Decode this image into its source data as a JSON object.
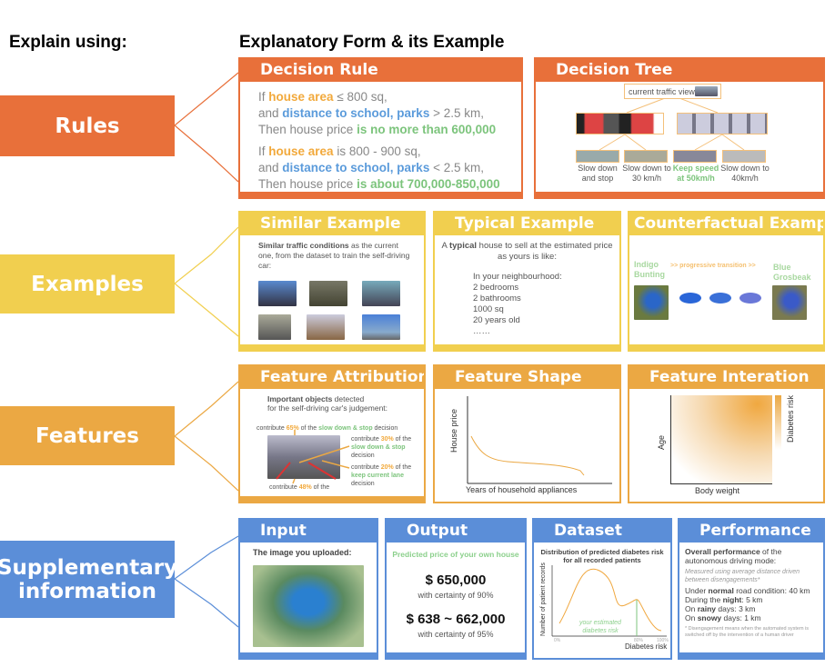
{
  "left_title": "Explain using:",
  "right_title": "Explanatory Form & its Example",
  "categories": {
    "rules": "Rules",
    "examples": "Examples",
    "features": "Features",
    "supplementary_1": "Supplementary",
    "supplementary_2": "information"
  },
  "decision_rule": {
    "title": "Decision Rule",
    "r1": {
      "a": "If ",
      "b": "house area",
      "c": " ≤ 800 sq,",
      "d": "and ",
      "e": "distance to school, parks",
      "f": " > 2.5 km,",
      "g": "Then house price ",
      "h": "is no more than 600,000"
    },
    "r2": {
      "a": "If ",
      "b": "house area",
      "c": " is 800 - 900 sq,",
      "d": "and ",
      "e": "distance to school, parks",
      "f": " < 2.5 km,",
      "g": "Then house price ",
      "h": "is about 700,000-850,000"
    }
  },
  "decision_tree": {
    "title": "Decision Tree",
    "root": "current traffic view",
    "leaves": [
      "Slow down and stop",
      "Slow down to 30 km/h",
      "Keep speed at 50km/h",
      "Slow down to 40km/h"
    ]
  },
  "similar": {
    "title": "Similar Example",
    "bold": "Similar traffic conditions",
    "text": " as the current one, from the dataset to train the self-driving car:"
  },
  "typical": {
    "title": "Typical Example",
    "t1": "A ",
    "bold": "typical",
    "t2": " house to sell at the estimated price as yours is like:",
    "list": [
      "In your neighbourhood:",
      "2 bedrooms",
      "2 bathrooms",
      "1000 sq",
      "20 years old",
      "……"
    ]
  },
  "counterfactual": {
    "title": "Counterfactual Example",
    "from": "Indigo Bunting",
    "transition": ">> progressive transition >>",
    "to": "Blue Grosbeak"
  },
  "attribution": {
    "title": "Feature Attribution",
    "bold": "Important objects",
    "t1": " detected",
    "t2": "for the self-driving car's judgement:",
    "a1": {
      "a": "contribute ",
      "p": "65%",
      "b": " of the ",
      "d": "slow down & stop",
      "e": " decision"
    },
    "a2": {
      "a": "contribute ",
      "p": "30%",
      "b": " of the ",
      "d": "slow down & stop",
      "e": "decision"
    },
    "a3": {
      "a": "contribute ",
      "p": "20%",
      "b": " of the ",
      "d": "keep current lane",
      "e": "decision"
    },
    "a4": {
      "a": "contribute ",
      "p": "48%",
      "b": " of the"
    }
  },
  "shape": {
    "title": "Feature Shape",
    "ylabel": "House price",
    "xlabel": "Years of household appliances"
  },
  "interaction": {
    "title": "Feature Interation",
    "ylabel": "Age",
    "xlabel": "Body weight",
    "legend": "Diabetes risk"
  },
  "input": {
    "title": "Input",
    "caption": "The image you uploaded:"
  },
  "output": {
    "title": "Output",
    "head": "Predicted price of your own house",
    "v1": "$ 650,000",
    "c1": "with certainty of 90%",
    "v2": "$ 638 ~ 662,000",
    "c2": "with certainty of 95%"
  },
  "dataset": {
    "title": "Dataset",
    "chart_title": "Distribution of predicted diabetes risk for all recorded patients",
    "ylabel": "Number of patient records",
    "xlabel": "Diabetes risk",
    "ticks": [
      "0%",
      "80%",
      "100%"
    ],
    "annot": "your estimated diabetes risk"
  },
  "performance": {
    "title": "Performance",
    "b1": "Overall performance",
    "t1": " of the autonomous driving mode:",
    "note": "Measured using average distance driven between disengagements*",
    "rows": [
      {
        "a": "Under ",
        "b": "normal",
        "c": " road condition: 40 km"
      },
      {
        "a": "During the ",
        "b": "night",
        "c": ": 5 km"
      },
      {
        "a": "On ",
        "b": "rainy",
        "c": " days: 3 km"
      },
      {
        "a": "On ",
        "b": "snowy",
        "c": " days: 1 km"
      }
    ],
    "foot": "* Disengagement means when the automated system is switched off by the intervention of a human driver"
  }
}
